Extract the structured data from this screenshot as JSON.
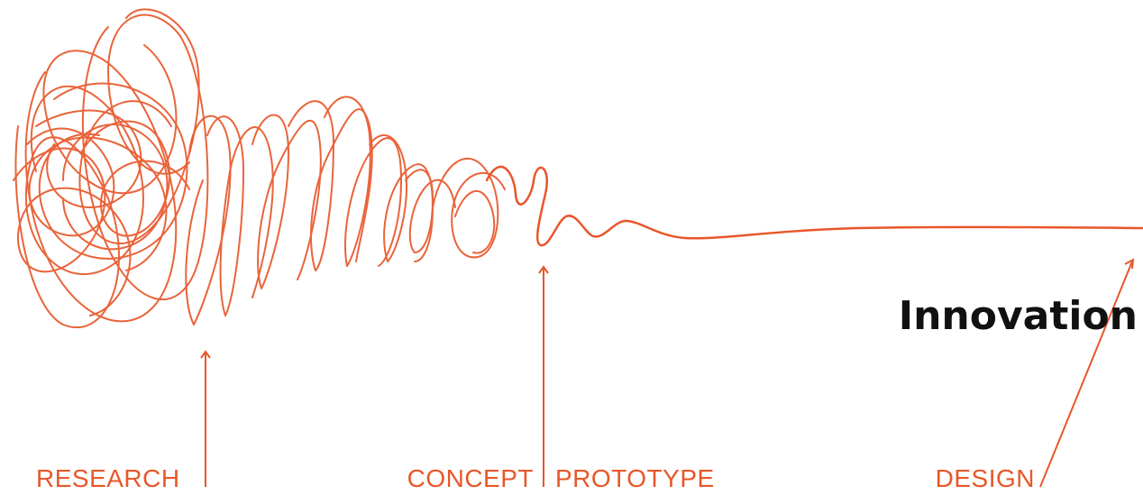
{
  "colors": {
    "accent": "#e8572a",
    "title": "#111111",
    "background": "#ffffff"
  },
  "title": "Innovation",
  "stages": {
    "research": "RESEARCH",
    "concept": "CONCEPT",
    "prototype": "PROTOTYPE",
    "design": "DESIGN"
  }
}
